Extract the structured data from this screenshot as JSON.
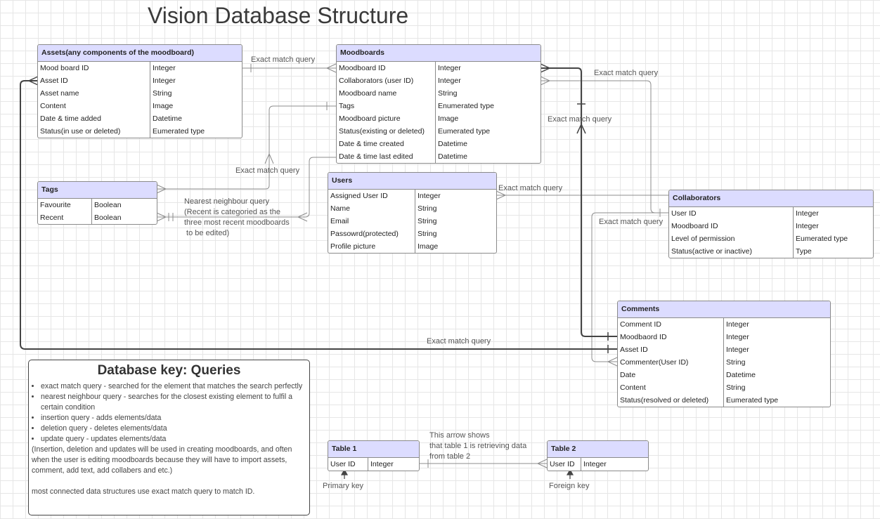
{
  "title": "Vision Database Structure",
  "colors": {
    "header_fill": "#dcdcff",
    "border": "#8a8a8a",
    "line": "#8c8c8c",
    "thick_line": "#444444"
  },
  "entities": {
    "assets": {
      "name": "Assets(any components of the moodboard)",
      "rows": [
        [
          "Mood board ID",
          "Integer"
        ],
        [
          "Asset ID",
          "Integer"
        ],
        [
          "Asset name",
          "String"
        ],
        [
          "Content",
          "Image"
        ],
        [
          "Date & time added",
          "Datetime"
        ],
        [
          "Status(in use or deleted)",
          "Eumerated type"
        ]
      ]
    },
    "moodboards": {
      "name": "Moodboards",
      "rows": [
        [
          "Moodboard ID",
          "Integer"
        ],
        [
          "Collaborators (user ID)",
          "Integer"
        ],
        [
          "Moodboard name",
          "String"
        ],
        [
          "Tags",
          "Enumerated type"
        ],
        [
          "Moodboard picture",
          "Image"
        ],
        [
          "Status(existing or deleted)",
          "Eumerated type"
        ],
        [
          "Date & time created",
          "Datetime"
        ],
        [
          "Date & time last edited",
          "Datetime"
        ]
      ]
    },
    "tags": {
      "name": "Tags",
      "rows": [
        [
          "Favourite",
          "Boolean"
        ],
        [
          "Recent",
          "Boolean"
        ]
      ]
    },
    "users": {
      "name": "Users",
      "rows": [
        [
          "Assigned User ID",
          "Integer"
        ],
        [
          "Name",
          "String"
        ],
        [
          "Email",
          "String"
        ],
        [
          "Passowrd(protected)",
          "String"
        ],
        [
          "Profile picture",
          "Image"
        ]
      ]
    },
    "collaborators": {
      "name": "Collaborators",
      "rows": [
        [
          "User ID",
          "Integer"
        ],
        [
          "Moodboard ID",
          "Integer"
        ],
        [
          "Level of permission",
          "Eumerated type"
        ],
        [
          "Status(active or inactive)",
          "Type"
        ]
      ]
    },
    "comments": {
      "name": "Comments",
      "rows": [
        [
          "Comment ID",
          "Integer"
        ],
        [
          "Moodbaord ID",
          "Integer"
        ],
        [
          "Asset ID",
          "Integer"
        ],
        [
          "Commenter(User ID)",
          "String"
        ],
        [
          "Date",
          "Datetime"
        ],
        [
          "Content",
          "String"
        ],
        [
          "Status(resolved or deleted)",
          "Eumerated type"
        ]
      ]
    },
    "table1": {
      "name": "Table 1",
      "rows": [
        [
          "User ID",
          "Integer"
        ]
      ]
    },
    "table2": {
      "name": "Table 2",
      "rows": [
        [
          "User ID",
          "Integer"
        ]
      ]
    }
  },
  "labels": {
    "assets_moodboards": "Exact match query",
    "moodboards_collab": "Exact match query",
    "moodboards_comments": "Exact match query",
    "tags_moodboards": "Exact match query",
    "nearest": "Nearest neighbour query\n(Recent is categoried as the\nthree most recent moodboards\n to be edited)",
    "users_collab": "Exact match query",
    "users_comments": "Exact match query",
    "assets_comments": "Exact match query",
    "arrow_note": "This arrow shows\nthat table 1 is retrieving data\nfrom table 2",
    "primary_key": "Primary key",
    "foreign_key": "Foreign key"
  },
  "key": {
    "title": "Database key: Queries",
    "bullets": [
      "exact match query - searched for the element that matches the search perfectly",
      "nearest neighbour query - searches for the closest existing element to fulfil a certain condition",
      "insertion query - adds elements/data",
      "deletion query - deletes elements/data",
      "update query - updates elements/data"
    ],
    "paragraph": "(Insertion, deletion and updates will be used in creating moodboards, and often when the user is editing moodboards because they will have to import assets, comment, add text, add collabers and etc.)",
    "footer": "most connected data structures use exact match query to match ID."
  }
}
